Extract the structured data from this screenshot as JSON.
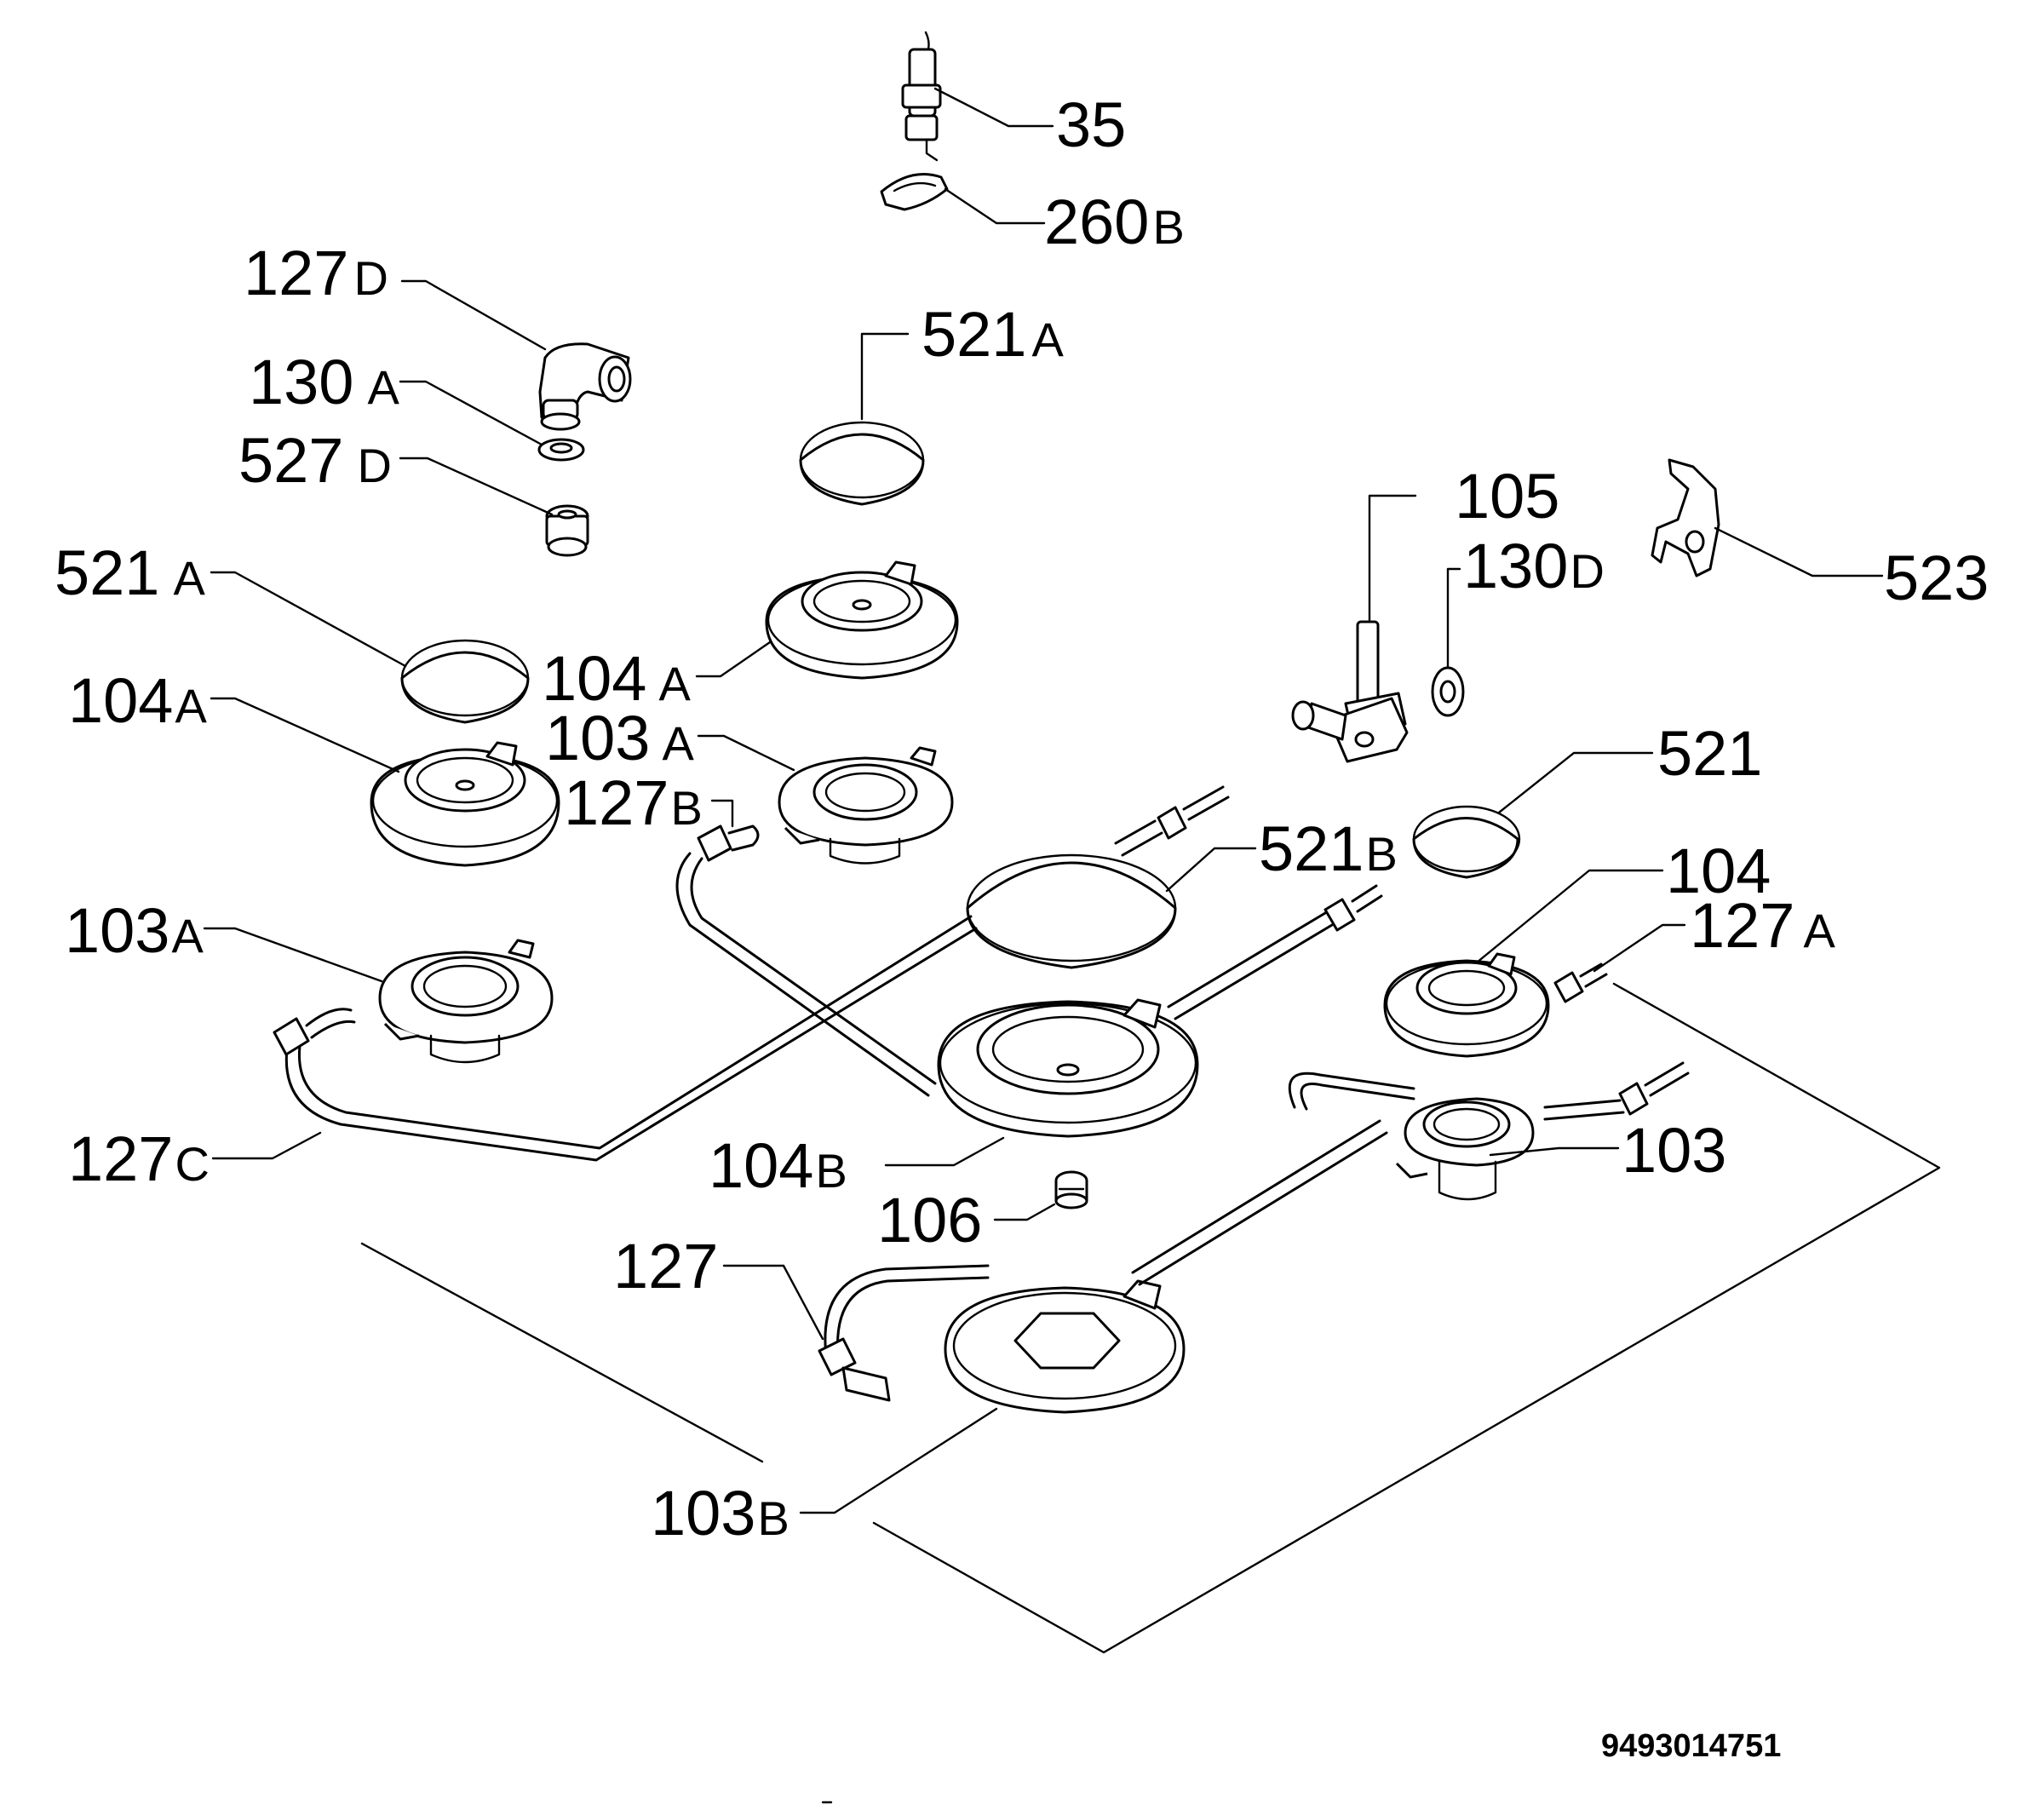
{
  "labels": [
    {
      "num": "35",
      "suf": ""
    },
    {
      "num": "260",
      "suf": "B"
    },
    {
      "num": "127",
      "suf": "D"
    },
    {
      "num": "130",
      "suf": "A"
    },
    {
      "num": "527",
      "suf": "D"
    },
    {
      "num": "521",
      "suf": "A"
    },
    {
      "num": "521",
      "suf": "A"
    },
    {
      "num": "104",
      "suf": "A"
    },
    {
      "num": "104",
      "suf": "A"
    },
    {
      "num": "103",
      "suf": "A"
    },
    {
      "num": "127",
      "suf": "B"
    },
    {
      "num": "103",
      "suf": "A"
    },
    {
      "num": "105",
      "suf": ""
    },
    {
      "num": "130",
      "suf": "D"
    },
    {
      "num": "523",
      "suf": ""
    },
    {
      "num": "521",
      "suf": ""
    },
    {
      "num": "521",
      "suf": "B"
    },
    {
      "num": "104",
      "suf": ""
    },
    {
      "num": "127",
      "suf": "A"
    },
    {
      "num": "127",
      "suf": "C"
    },
    {
      "num": "104",
      "suf": "B"
    },
    {
      "num": "103",
      "suf": ""
    },
    {
      "num": "106",
      "suf": ""
    },
    {
      "num": "127",
      "suf": ""
    },
    {
      "num": "103",
      "suf": "B"
    }
  ],
  "drawing_code": "9493014751"
}
